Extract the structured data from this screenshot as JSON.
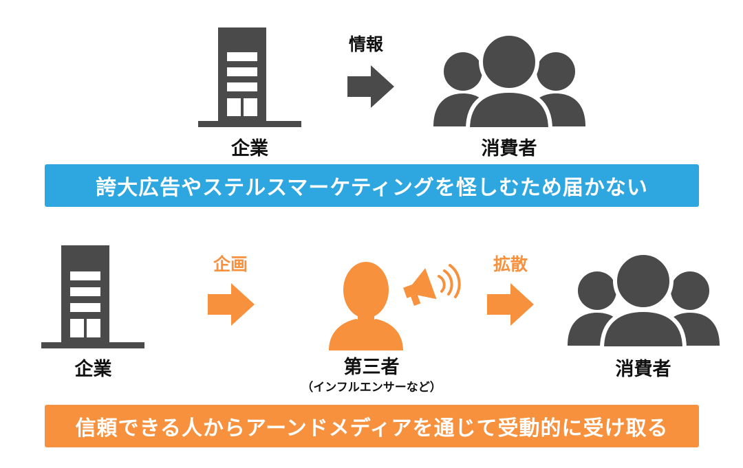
{
  "colors": {
    "dark": "#4a4a4a",
    "blue": "#2ea7e0",
    "orange": "#f7913d",
    "white": "#ffffff"
  },
  "top": {
    "company_label": "企業",
    "arrow_label": "情報",
    "consumers_label": "消費者",
    "banner_text": "誇大広告やステルスマーケティングを怪しむため届かない"
  },
  "bottom": {
    "company_label": "企業",
    "arrow1_label": "企画",
    "third_party_label": "第三者",
    "third_party_sub": "（インフルエンサーなど）",
    "arrow2_label": "拡散",
    "consumers_label": "消費者",
    "banner_text": "信頼できる人からアーンドメディアを通じて受動的に受け取る"
  },
  "icons": {
    "building": "building-icon",
    "arrow": "arrow-right-icon",
    "group": "people-group-icon",
    "person": "person-icon",
    "megaphone": "megaphone-icon"
  }
}
